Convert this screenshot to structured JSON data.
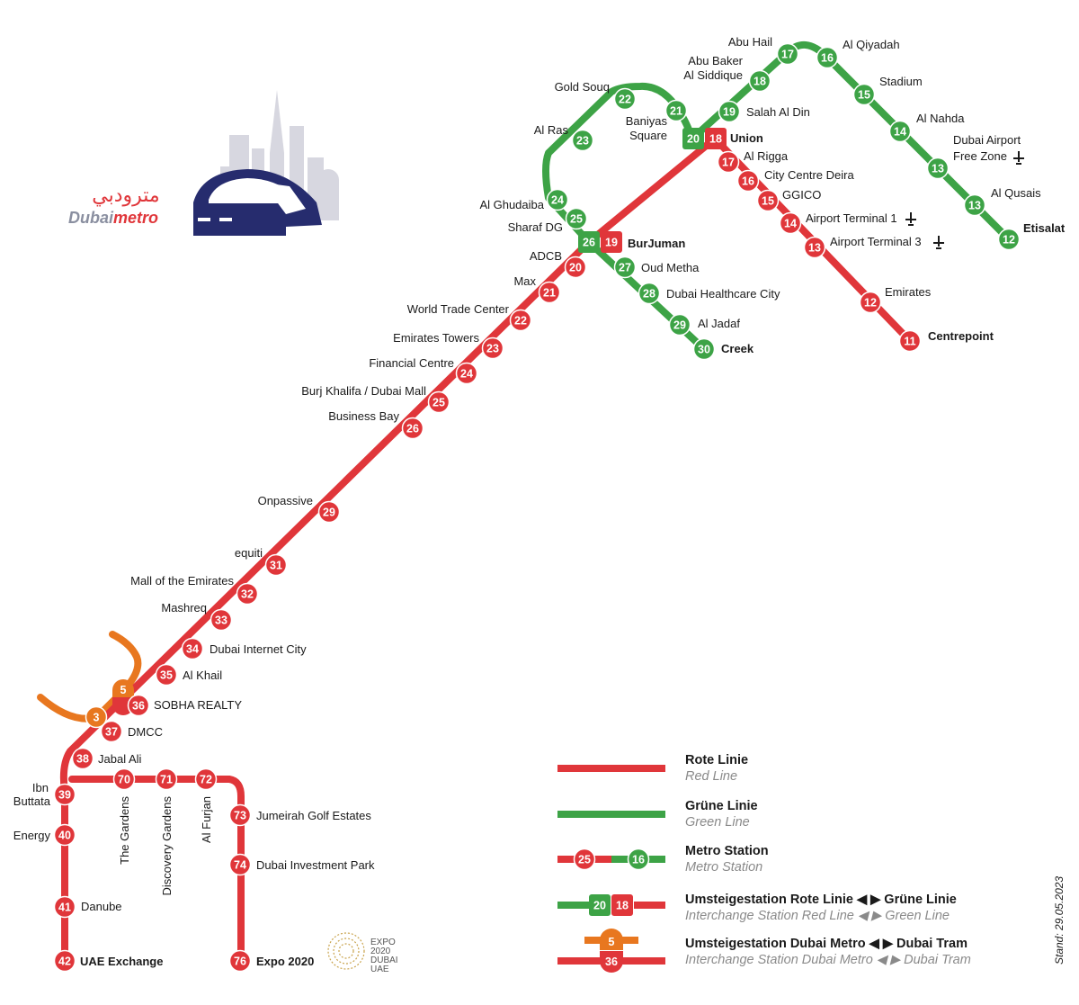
{
  "colors": {
    "red": "#e0363a",
    "green": "#3da346",
    "orange": "#e8771f",
    "navy": "#262c6e",
    "grey": "#c9c9d3"
  },
  "logo": {
    "arabic": "مترودبي",
    "dubai": "Dubai",
    "metro": "metro"
  },
  "stand": "Stand: 29.05.2023",
  "expo": {
    "l1": "EXPO",
    "l2": "2020",
    "l3": "DUBAI",
    "l4": "UAE"
  },
  "legend": {
    "red_title": "Rote Linie",
    "red_sub": "Red Line",
    "green_title": "Grüne Linie",
    "green_sub": "Green Line",
    "station_title": "Metro Station",
    "station_sub": "Metro Station",
    "station_red_num": "25",
    "station_green_num": "16",
    "interchange_title": "Umsteigestation Rote Linie ◀ ▶ Grüne Linie",
    "interchange_sub": "Interchange Station Red Line ◀ ▶ Green Line",
    "interchange_green_num": "20",
    "interchange_red_num": "18",
    "tram_title": "Umsteigestation Dubai Metro ◀ ▶ Dubai Tram",
    "tram_sub": "Interchange Station Dubai Metro ◀ ▶ Dubai Tram",
    "tram_num": "5",
    "tram_metro_num": "36"
  },
  "stations": {
    "green": [
      {
        "num": "12",
        "name": "Etisalat",
        "bold": true
      },
      {
        "num": "13",
        "name": "Al Qusais"
      },
      {
        "num": "13",
        "name": "Dubai Airport Free Zone",
        "lines": [
          "Dubai Airport",
          "Free Zone"
        ],
        "icon": "airplane-icon"
      },
      {
        "num": "14",
        "name": "Al Nahda"
      },
      {
        "num": "15",
        "name": "Stadium"
      },
      {
        "num": "16",
        "name": "Al Qiyadah"
      },
      {
        "num": "17",
        "name": "Abu Hail"
      },
      {
        "num": "18",
        "name": "Abu Baker Al Siddique",
        "lines": [
          "Abu Baker",
          "Al Siddique"
        ]
      },
      {
        "num": "19",
        "name": "Salah Al Din"
      },
      {
        "num": "20",
        "name": "Union"
      },
      {
        "num": "21",
        "name": "Baniyas Square",
        "lines": [
          "Baniyas",
          "Square"
        ]
      },
      {
        "num": "22",
        "name": "Gold Souq"
      },
      {
        "num": "23",
        "name": "Al Ras"
      },
      {
        "num": "24",
        "name": "Al Ghudaiba"
      },
      {
        "num": "25",
        "name": "Sharaf DG"
      },
      {
        "num": "26",
        "name": "BurJuman"
      },
      {
        "num": "27",
        "name": "Oud Metha"
      },
      {
        "num": "28",
        "name": "Dubai Healthcare City"
      },
      {
        "num": "29",
        "name": "Al Jadaf"
      },
      {
        "num": "30",
        "name": "Creek",
        "bold": true
      }
    ],
    "red": [
      {
        "num": "11",
        "name": "Centrepoint",
        "bold": true
      },
      {
        "num": "12",
        "name": "Emirates"
      },
      {
        "num": "13",
        "name": "Airport Terminal 3",
        "icon": "airplane-icon"
      },
      {
        "num": "14",
        "name": "Airport Terminal 1",
        "icon": "airplane-icon"
      },
      {
        "num": "15",
        "name": "GGICO"
      },
      {
        "num": "16",
        "name": "City Centre Deira"
      },
      {
        "num": "17",
        "name": "Al Rigga"
      },
      {
        "num": "18",
        "name": "Union",
        "bold": true
      },
      {
        "num": "19",
        "name": "BurJuman",
        "bold": true
      },
      {
        "num": "20",
        "name": "ADCB"
      },
      {
        "num": "21",
        "name": "Max"
      },
      {
        "num": "22",
        "name": "World Trade Center"
      },
      {
        "num": "23",
        "name": "Emirates Towers"
      },
      {
        "num": "24",
        "name": "Financial Centre"
      },
      {
        "num": "25",
        "name": "Burj Khalifa / Dubai Mall"
      },
      {
        "num": "26",
        "name": "Business Bay"
      },
      {
        "num": "29",
        "name": "Onpassive"
      },
      {
        "num": "31",
        "name": "equiti"
      },
      {
        "num": "32",
        "name": "Mall of the Emirates"
      },
      {
        "num": "33",
        "name": "Mashreq"
      },
      {
        "num": "34",
        "name": "Dubai Internet City"
      },
      {
        "num": "35",
        "name": "Al Khail"
      },
      {
        "num": "36",
        "name": "SOBHA REALTY"
      },
      {
        "num": "37",
        "name": "DMCC"
      },
      {
        "num": "38",
        "name": "Jabal Ali"
      },
      {
        "num": "39",
        "name": "Ibn Buttata",
        "lines": [
          "Ibn",
          "Buttata"
        ]
      },
      {
        "num": "40",
        "name": "Energy"
      },
      {
        "num": "41",
        "name": "Danube"
      },
      {
        "num": "42",
        "name": "UAE Exchange",
        "bold": true
      },
      {
        "num": "70",
        "name": "The Gardens"
      },
      {
        "num": "71",
        "name": "Discovery Gardens"
      },
      {
        "num": "72",
        "name": "Al Furjan"
      },
      {
        "num": "73",
        "name": "Jumeirah Golf Estates"
      },
      {
        "num": "74",
        "name": "Dubai Investment Park"
      },
      {
        "num": "76",
        "name": "Expo 2020",
        "bold": true
      }
    ],
    "tram": [
      {
        "num": "3"
      },
      {
        "num": "5"
      }
    ]
  }
}
